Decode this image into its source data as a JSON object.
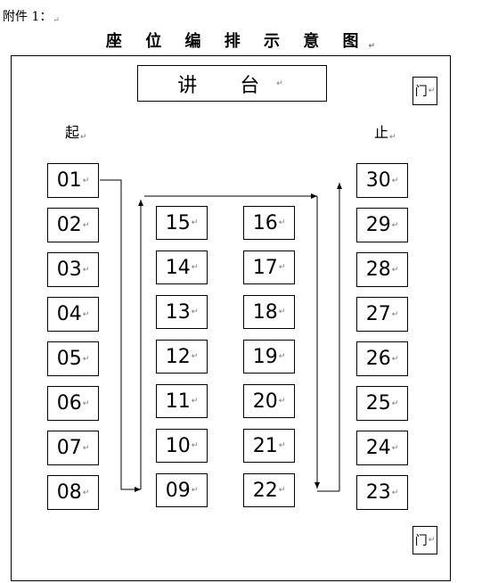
{
  "attachment_label": "附件 1：",
  "title": "座 位 编 排 示 意 图",
  "podium": [
    "讲",
    "台"
  ],
  "door_label": "门",
  "start_label": "起",
  "end_label": "止",
  "columns": [
    {
      "seats": [
        "01",
        "02",
        "03",
        "04",
        "05",
        "06",
        "07",
        "08"
      ]
    },
    {
      "seats": [
        "15",
        "14",
        "13",
        "12",
        "11",
        "10",
        "09"
      ]
    },
    {
      "seats": [
        "16",
        "17",
        "18",
        "19",
        "20",
        "21",
        "22"
      ]
    },
    {
      "seats": [
        "30",
        "29",
        "28",
        "27",
        "26",
        "25",
        "24",
        "23"
      ]
    }
  ]
}
